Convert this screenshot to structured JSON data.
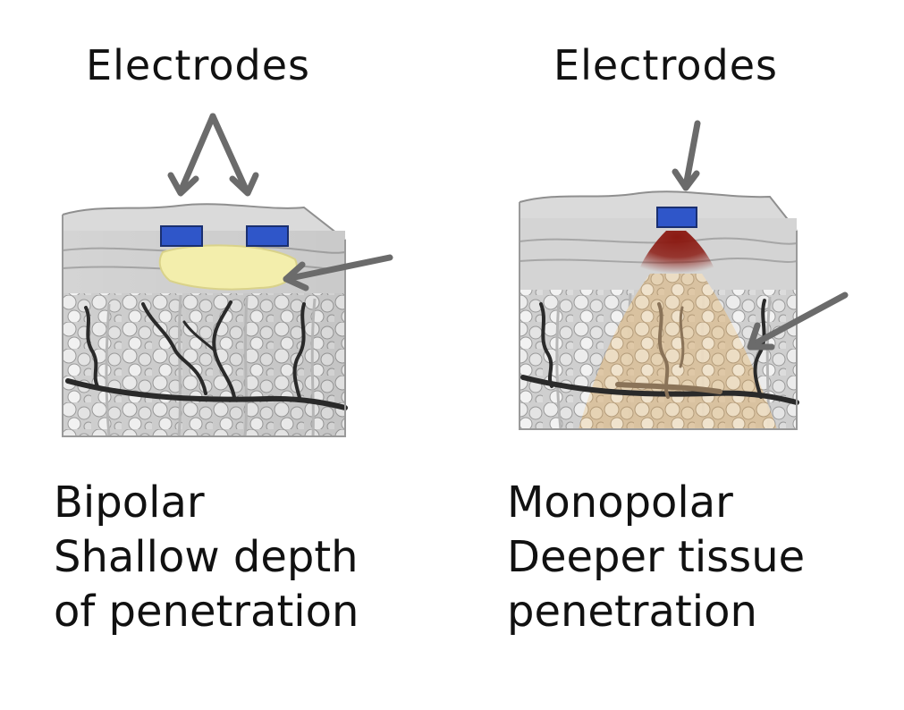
{
  "panels": [
    {
      "title": "Electrodes",
      "caption": [
        "Bipolar",
        "Shallow depth",
        "of penetration"
      ]
    },
    {
      "title": "Electrodes",
      "caption": [
        "Monopolar",
        "Deeper tissue",
        "penetration"
      ]
    }
  ],
  "colors": {
    "electrode": "#2f56c9",
    "bipolar_heat": "#f3eeac",
    "monopolar_heat_core": "#8b1a12",
    "monopolar_heat_zone": "#e6cfae",
    "arrow": "#6b6b6b",
    "vessel": "#2a2a2a"
  },
  "icons": {
    "electrode": "blue-rectangle",
    "arrow": "gray-arrow"
  }
}
